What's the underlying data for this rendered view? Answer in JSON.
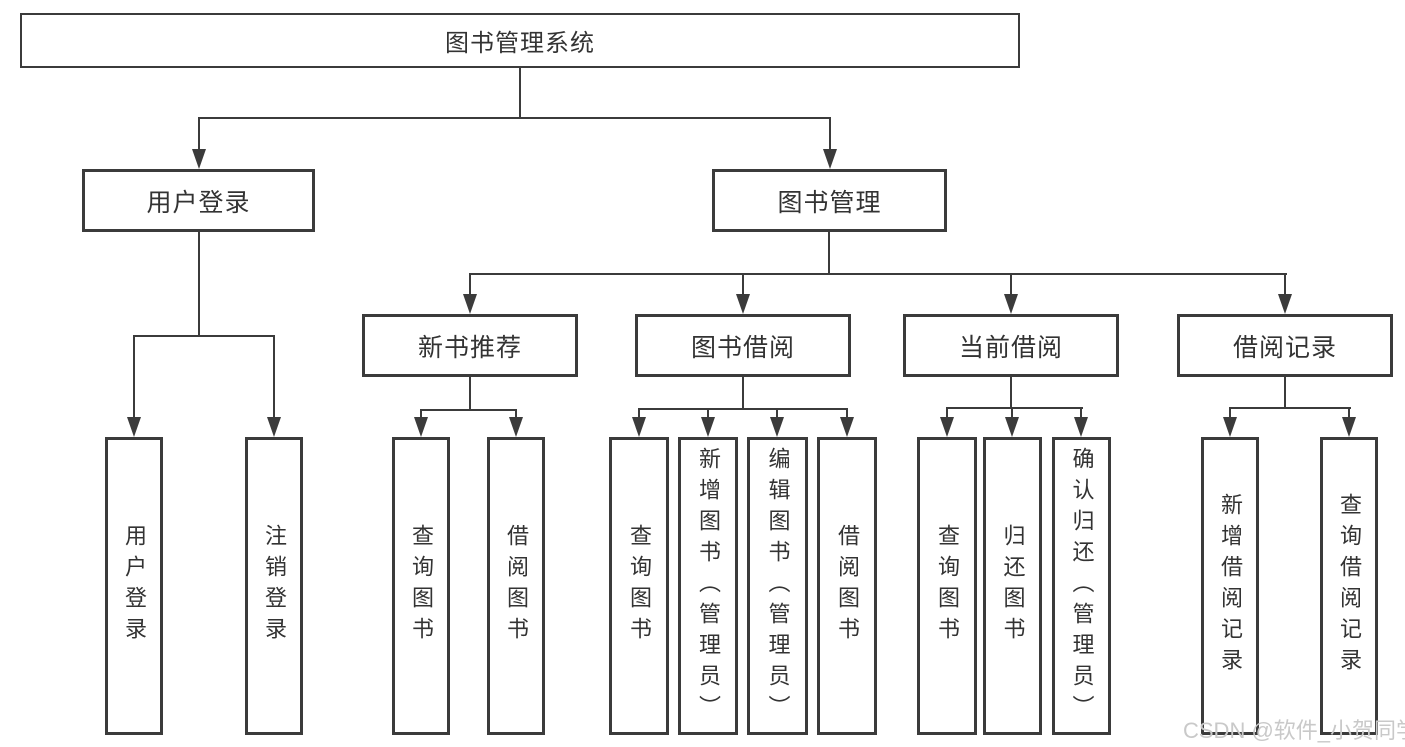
{
  "meta": {
    "watermark": "CSDN @软件_小贺同学"
  },
  "colors": {
    "line": "#3b3b3b",
    "text": "#333333",
    "background": "#ffffff",
    "watermark": "#c9c9c9"
  },
  "tree": {
    "root": "图书管理系统",
    "branches": [
      {
        "label": "用户登录",
        "leaves": [
          "用户登录",
          "注销登录"
        ]
      },
      {
        "label": "图书管理",
        "groups": [
          {
            "label": "新书推荐",
            "leaves": [
              "查询图书",
              "借阅图书"
            ]
          },
          {
            "label": "图书借阅",
            "leaves": [
              "查询图书",
              "新增图书（管理员）",
              "编辑图书（管理员）",
              "借阅图书"
            ]
          },
          {
            "label": "当前借阅",
            "leaves": [
              "查询图书",
              "归还图书",
              "确认归还（管理员）"
            ]
          },
          {
            "label": "借阅记录",
            "leaves": [
              "新增借阅记录",
              "查询借阅记录"
            ]
          }
        ]
      }
    ]
  }
}
